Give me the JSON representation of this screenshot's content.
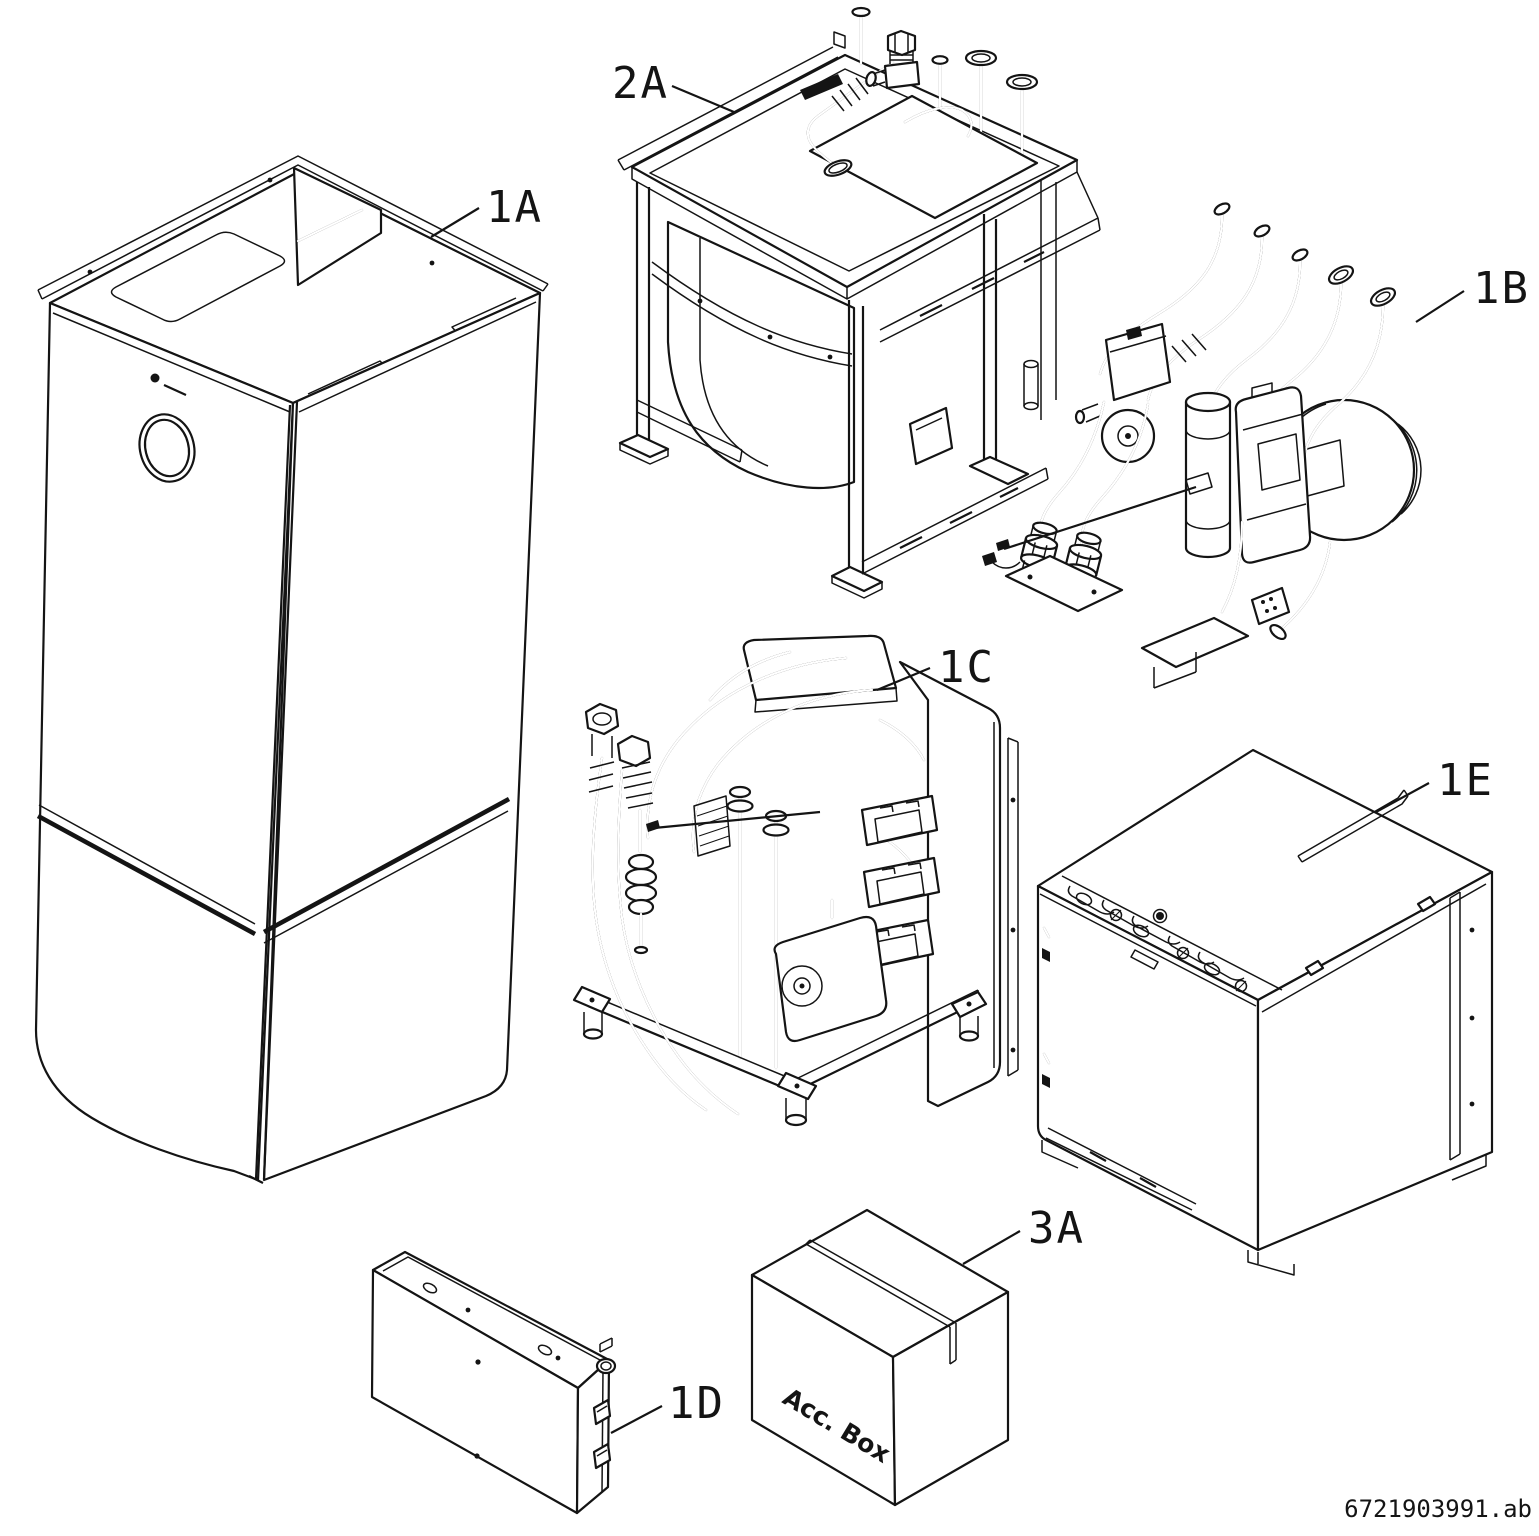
{
  "colors": {
    "background": "#ffffff",
    "line": "#141414"
  },
  "labels": [
    {
      "text": "1A"
    },
    {
      "text": "2A"
    },
    {
      "text": "1B"
    },
    {
      "text": "1C"
    },
    {
      "text": "1E"
    },
    {
      "text": "1D"
    },
    {
      "text": "3A"
    }
  ],
  "acc_box": {
    "text": "Acc. Box"
  },
  "footer": {
    "doc_number": "6721903991.ab"
  }
}
